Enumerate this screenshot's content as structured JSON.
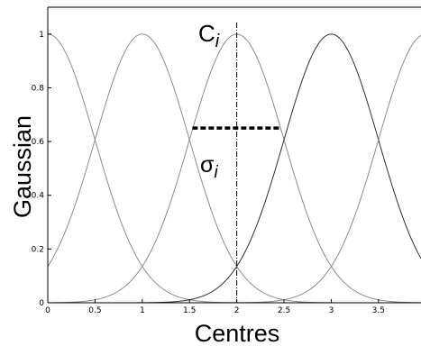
{
  "chart_data": {
    "type": "line",
    "title": "",
    "xlabel": "Centres",
    "ylabel": "Gaussian",
    "xlim": [
      0,
      3.95
    ],
    "ylim": [
      0,
      1.1
    ],
    "x_ticks": [
      0,
      0.5,
      1,
      1.5,
      2,
      2.5,
      3,
      3.5
    ],
    "x_tick_labels": [
      "0",
      "0.5",
      "1",
      "1.5",
      "2",
      "2.5",
      "3",
      "3.5"
    ],
    "y_ticks": [
      0,
      0.2,
      0.4,
      0.6,
      0.8,
      1
    ],
    "y_tick_labels": [
      "0",
      "0.2",
      "0.4",
      "0.6",
      "0.8",
      "1"
    ],
    "grid": false,
    "legend": "none",
    "series": [
      {
        "center": 0,
        "sigma": 0.5,
        "amplitude": 1,
        "color": "#8c8c8c"
      },
      {
        "center": 1,
        "sigma": 0.5,
        "amplitude": 1,
        "color": "#8c8c8c"
      },
      {
        "center": 2,
        "sigma": 0.5,
        "amplitude": 1,
        "color": "#8c8c8c"
      },
      {
        "center": 3,
        "sigma": 0.5,
        "amplitude": 1,
        "color": "#303030"
      },
      {
        "center": 4,
        "sigma": 0.5,
        "amplitude": 1,
        "color": "#8c8c8c"
      }
    ],
    "annotations": {
      "center_marker": {
        "x": 2,
        "label_main": "C",
        "label_sub": "i"
      },
      "width_marker": {
        "x_start": 1.53,
        "x_end": 2.47,
        "y": 0.65,
        "label_main": "σ",
        "label_sub": "i"
      }
    }
  }
}
